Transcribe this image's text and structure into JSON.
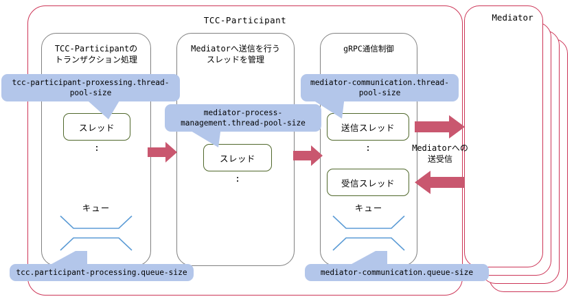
{
  "diagram": {
    "outer_container_title": "TCC-Participant",
    "panels": [
      {
        "id": "tcc-participant-transaction",
        "title": "TCC-Participantの\nトランザクション処理",
        "thread_label": "スレッド",
        "vertical_ellipsis": ":",
        "queue_label": "キュー"
      },
      {
        "id": "mediator-send-thread-management",
        "title": "Mediatorへ送信を行う\nスレッドを管理",
        "thread_label": "スレッド",
        "vertical_ellipsis": ":"
      },
      {
        "id": "grpc-communication-control",
        "title": "gRPC通信制御",
        "send_thread_label": "送信スレッド",
        "vertical_ellipsis": ":",
        "receive_thread_label": "受信スレッド",
        "queue_label": "キュー"
      }
    ],
    "callouts": [
      {
        "id": "tcc-thread-pool",
        "text": "tcc-participant-proxessing.thread-pool-size"
      },
      {
        "id": "mediator-process-mgmt",
        "text": "mediator-process-management.thread-pool-size"
      },
      {
        "id": "mediator-comm-thread",
        "text": "mediator-communication.thread-pool-size"
      },
      {
        "id": "tcc-queue-size",
        "text": "tcc.participant-processing.queue-size"
      },
      {
        "id": "mediator-queue-size",
        "text": "mediator-communication.queue-size"
      }
    ],
    "mediator": {
      "title": "Mediator",
      "stack_count": 4
    },
    "io_label": "Mediatorへの\n送受信",
    "colors": {
      "outer_border": "#cc3355",
      "panel_border": "#7f7f7f",
      "thread_border": "#4e6629",
      "callout_fill": "#b3c6ea",
      "arrow_fill": "#c9576f",
      "queue_line": "#5b9bd5",
      "mediator_border": "#cc3355"
    }
  }
}
